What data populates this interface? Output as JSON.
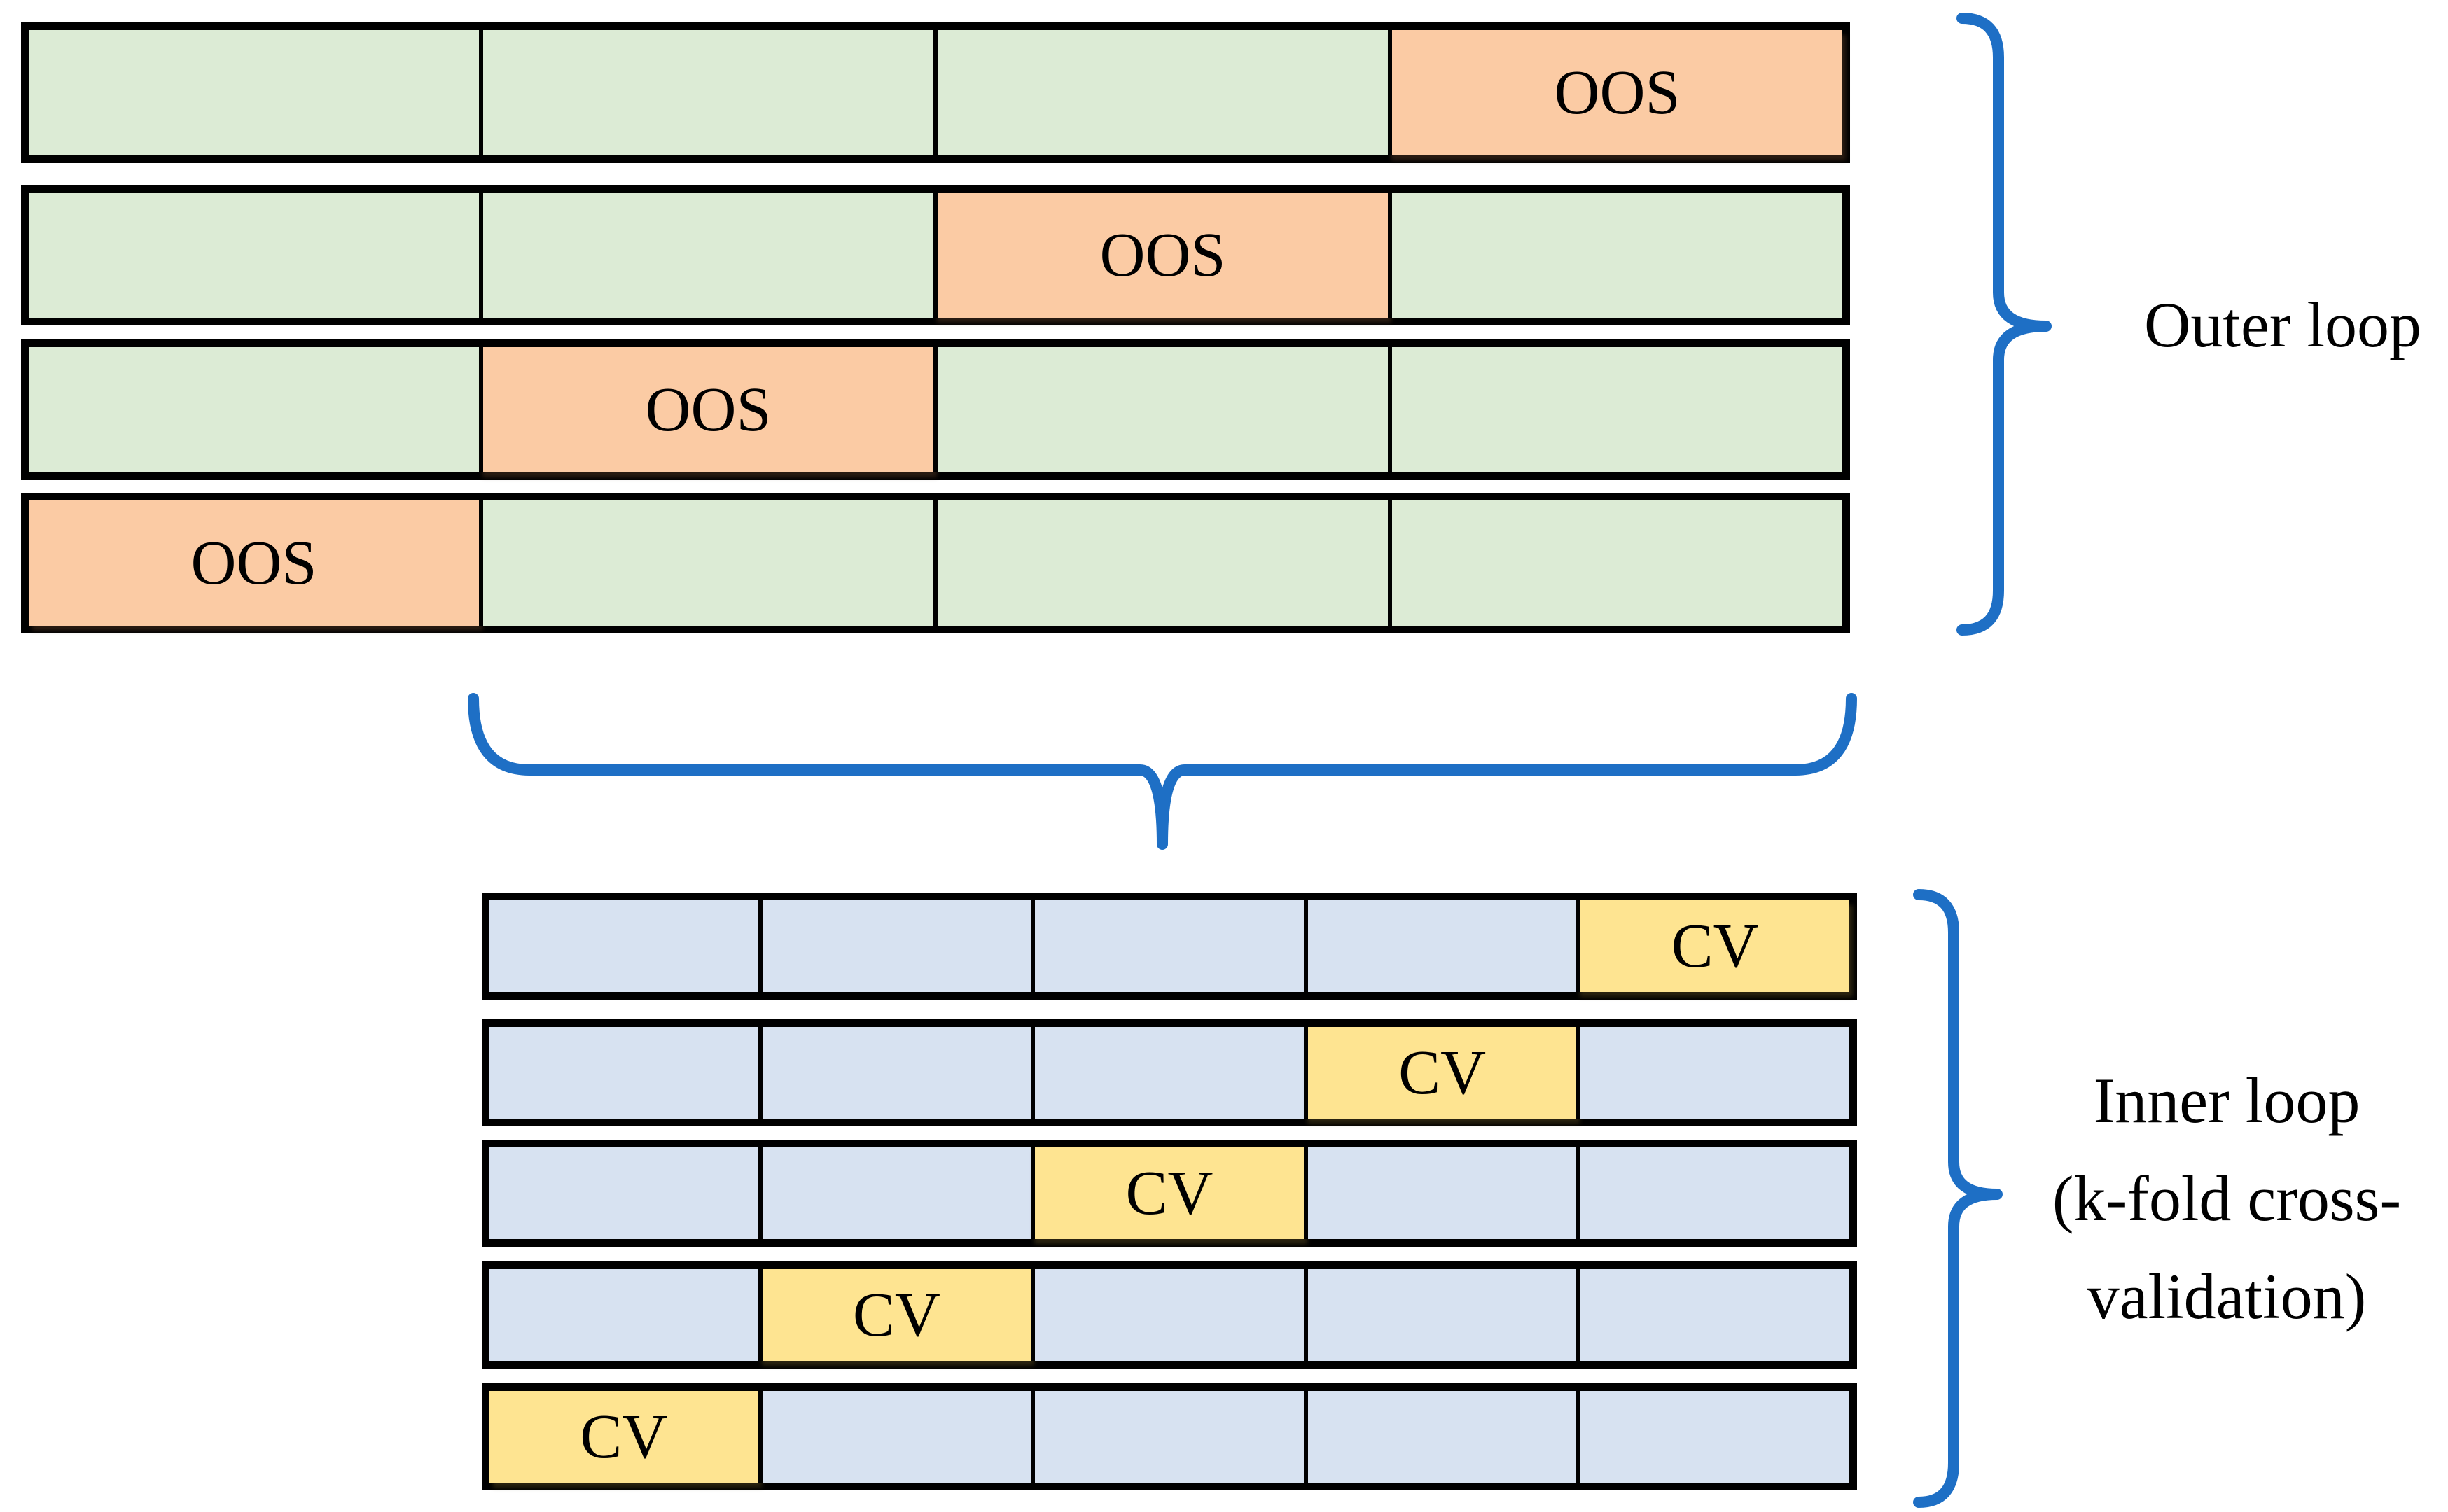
{
  "figure": {
    "outer_loop": {
      "brace_label": "Outer loop",
      "oos_label": "OOS",
      "num_folds": 4,
      "rows": [
        {
          "cells": [
            "train",
            "train",
            "train",
            "oos"
          ]
        },
        {
          "cells": [
            "train",
            "train",
            "oos",
            "train"
          ]
        },
        {
          "cells": [
            "train",
            "oos",
            "train",
            "train"
          ]
        },
        {
          "cells": [
            "oos",
            "train",
            "train",
            "train"
          ]
        }
      ]
    },
    "inner_loop": {
      "brace_label_lines": [
        "Inner loop",
        "(k-fold cross-",
        "validation)"
      ],
      "cv_label": "CV",
      "num_folds": 5,
      "rows": [
        {
          "cells": [
            "train",
            "train",
            "train",
            "train",
            "cv"
          ]
        },
        {
          "cells": [
            "train",
            "train",
            "train",
            "cv",
            "train"
          ]
        },
        {
          "cells": [
            "train",
            "train",
            "cv",
            "train",
            "train"
          ]
        },
        {
          "cells": [
            "train",
            "cv",
            "train",
            "train",
            "train"
          ]
        },
        {
          "cells": [
            "cv",
            "train",
            "train",
            "train",
            "train"
          ]
        }
      ]
    },
    "colors": {
      "outer-train": "#dcebd5",
      "oos": "#fbcba4",
      "inner-train": "#d7e2f1",
      "cv": "#fee491",
      "brace": "#1e6fc5",
      "border": "#000000",
      "bg": "#ffffff"
    }
  }
}
